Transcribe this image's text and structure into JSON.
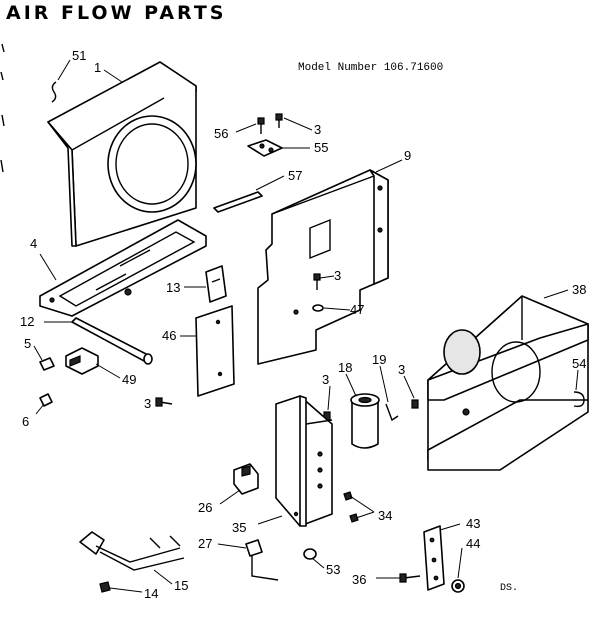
{
  "title": "AIR FLOW PARTS",
  "model_text": "Model Number 106.71600",
  "drawing_code": "DS.",
  "callouts": [
    {
      "id": "c51",
      "text": "51"
    },
    {
      "id": "c1",
      "text": "1"
    },
    {
      "id": "c56",
      "text": "56"
    },
    {
      "id": "c3a",
      "text": "3"
    },
    {
      "id": "c55",
      "text": "55"
    },
    {
      "id": "c9",
      "text": "9"
    },
    {
      "id": "c57",
      "text": "57"
    },
    {
      "id": "c4",
      "text": "4"
    },
    {
      "id": "c13",
      "text": "13"
    },
    {
      "id": "c3b",
      "text": "3"
    },
    {
      "id": "c47",
      "text": "47"
    },
    {
      "id": "c38",
      "text": "38"
    },
    {
      "id": "c12",
      "text": "12"
    },
    {
      "id": "c46",
      "text": "46"
    },
    {
      "id": "c5",
      "text": "5"
    },
    {
      "id": "c49",
      "text": "49"
    },
    {
      "id": "c54",
      "text": "54"
    },
    {
      "id": "c18",
      "text": "18"
    },
    {
      "id": "c19",
      "text": "19"
    },
    {
      "id": "c3c",
      "text": "3"
    },
    {
      "id": "c3d",
      "text": "3"
    },
    {
      "id": "c3e",
      "text": "3"
    },
    {
      "id": "c6",
      "text": "6"
    },
    {
      "id": "c26",
      "text": "26"
    },
    {
      "id": "c34",
      "text": "34"
    },
    {
      "id": "c35",
      "text": "35"
    },
    {
      "id": "c43",
      "text": "43"
    },
    {
      "id": "c27",
      "text": "27"
    },
    {
      "id": "c44",
      "text": "44"
    },
    {
      "id": "c53",
      "text": "53"
    },
    {
      "id": "c15",
      "text": "15"
    },
    {
      "id": "c36",
      "text": "36"
    },
    {
      "id": "c14",
      "text": "14"
    }
  ]
}
